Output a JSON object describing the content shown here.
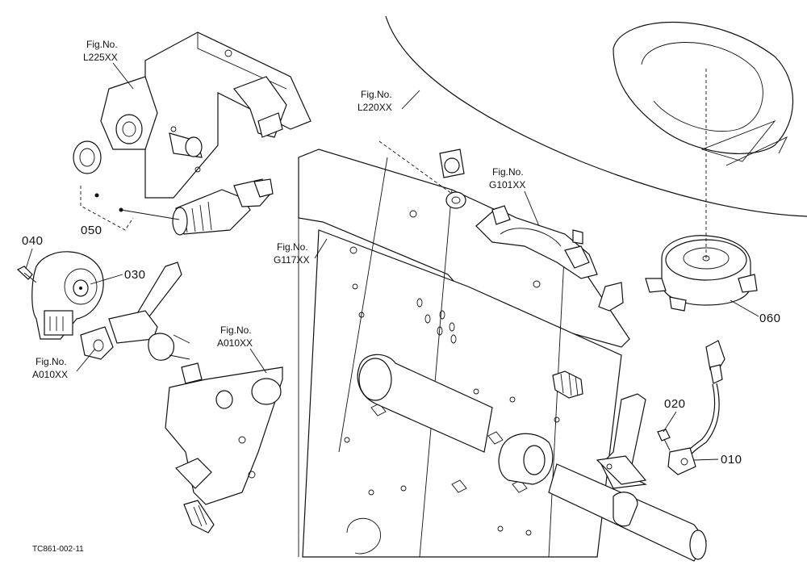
{
  "figure_refs": [
    {
      "id": "l225",
      "caption": "Fig.No.",
      "code": "L225XX"
    },
    {
      "id": "l220",
      "caption": "Fig.No.",
      "code": "L220XX"
    },
    {
      "id": "g101",
      "caption": "Fig.No.",
      "code": "G101XX"
    },
    {
      "id": "g117",
      "caption": "Fig.No.",
      "code": "G117XX"
    },
    {
      "id": "a010a",
      "caption": "Fig.No.",
      "code": "A010XX"
    },
    {
      "id": "a010b",
      "caption": "Fig.No.",
      "code": "A010XX"
    }
  ],
  "part_numbers": {
    "p010": "010",
    "p020": "020",
    "p030": "030",
    "p040": "040",
    "p050": "050",
    "p060": "060"
  },
  "drawing_code": "TC861-002-11"
}
